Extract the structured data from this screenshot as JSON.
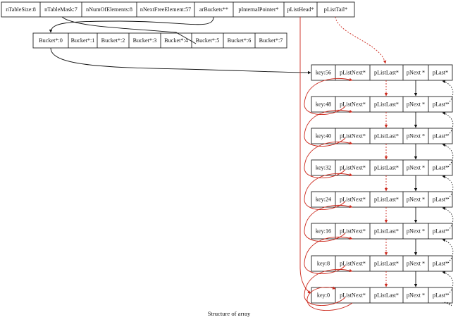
{
  "colors": {
    "link_black": "#111111",
    "link_red": "#cc2a1e",
    "box_stroke": "#222222"
  },
  "header_fields": [
    "nTableSize:8",
    "nTableMask:7",
    "nNumOfElements:8",
    "nNextFreeElement:57",
    "arBuckets**",
    "pInternalPointer*",
    "pListHead*",
    "pListTail*"
  ],
  "buckets": [
    "Bucket*:0",
    "Bucket*:1",
    "Bucket*:2",
    "Bucket*:3",
    "Bucket*:4",
    "Bucket*:5",
    "Bucket*:6",
    "Bucket*:7"
  ],
  "node_fields": [
    "pListNext*",
    "pListLast*",
    "pNext *",
    "pLast*"
  ],
  "nodes": [
    {
      "key": "key:56"
    },
    {
      "key": "key:48"
    },
    {
      "key": "key:40"
    },
    {
      "key": "key:32"
    },
    {
      "key": "key:24"
    },
    {
      "key": "key:16"
    },
    {
      "key": "key:8"
    },
    {
      "key": "key:0"
    }
  ],
  "caption": "Structure of array"
}
